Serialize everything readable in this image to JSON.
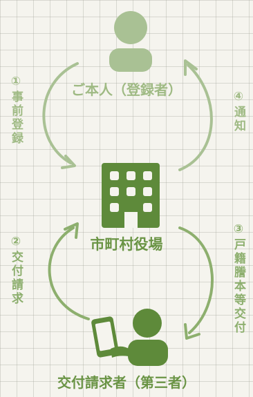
{
  "colors": {
    "light_green": "#a9c194",
    "mid_green": "#8daf6e",
    "dark_green": "#5e8a3a",
    "background": "#f5f4ee"
  },
  "nodes": {
    "principal": {
      "label": "ご本人（登録者）",
      "icon": "person-icon"
    },
    "office": {
      "label": "市町村役場",
      "icon": "building-icon"
    },
    "requester": {
      "label": "交付請求者（第三者）",
      "icon": "person-with-phone-icon"
    }
  },
  "steps": {
    "step1": "①事前登録",
    "step2": "②交付請求",
    "step3": "③戸籍謄本等交付",
    "step4": "④通知"
  }
}
